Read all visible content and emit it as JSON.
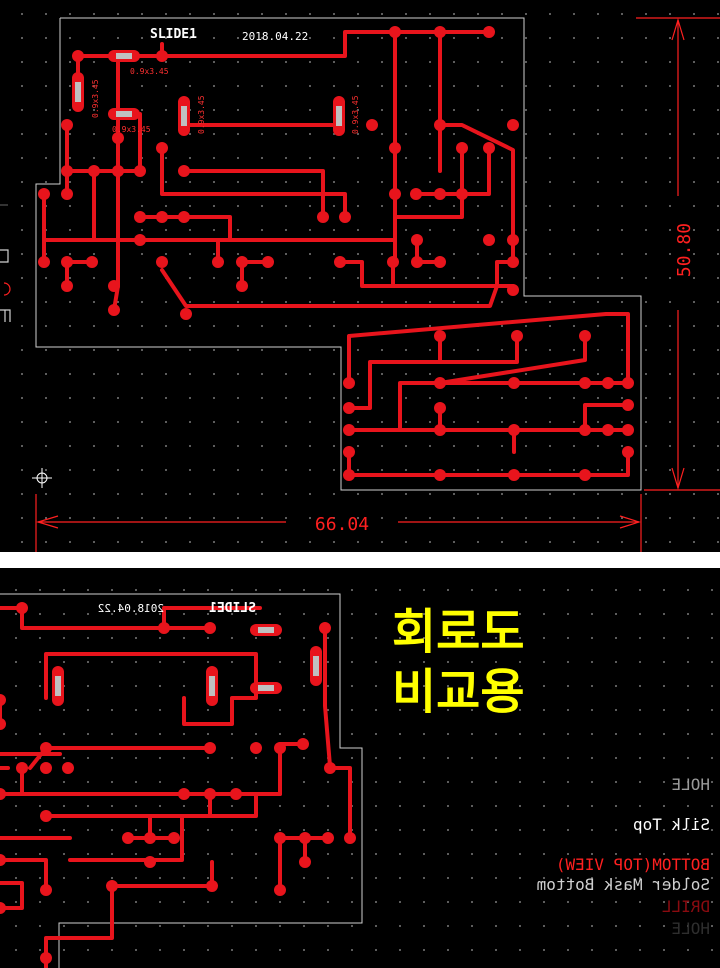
{
  "top_view": {
    "board_label": "SLIDE1",
    "board_date": "2018.04.22",
    "dim_height": "50.80",
    "dim_width": "66.04",
    "part_labels": [
      "0.9x3.45",
      "0.9x3.45",
      "0.9x3.45",
      "0.9x3.45",
      "0.9x3.45"
    ]
  },
  "bottom_view": {
    "board_label": "SLIDE1",
    "board_date": "2018.04.22",
    "title_line1": "회로도",
    "title_line2": "비교용",
    "layers": [
      "HOLE",
      "Silk Top",
      "BOTTOM(TOP VIEW)",
      "Solder Mask Bottom",
      "DRILL",
      "HOLE"
    ]
  },
  "colors": {
    "background": "#000000",
    "trace": "#e8141c",
    "outline": "#d0d0d0",
    "dimension": "#ff2020",
    "title": "#ffff00",
    "grid_dot": "#6b6b6b"
  },
  "icons": [
    "crosshair-origin-icon"
  ]
}
